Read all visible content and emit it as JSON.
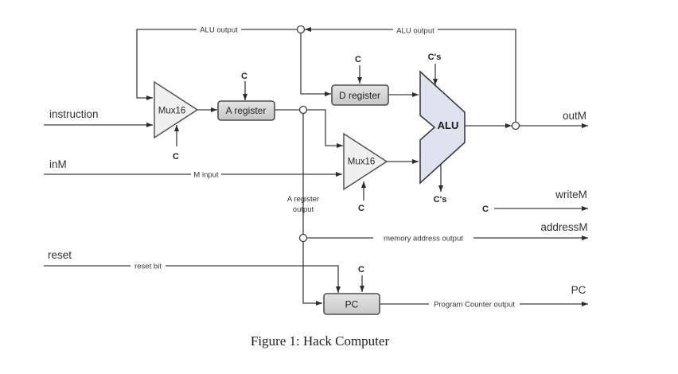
{
  "caption": "Figure 1: Hack Computer",
  "labels": {
    "instruction": "instruction",
    "inM": "inM",
    "reset": "reset",
    "outM": "outM",
    "writeM": "writeM",
    "addressM": "addressM",
    "pc_out": "PC"
  },
  "components": {
    "mux1": "Mux16",
    "mux2": "Mux16",
    "a_register": "A register",
    "d_register": "D register",
    "alu": "ALU",
    "pc": "PC"
  },
  "wires": {
    "alu_output_left": "ALU output",
    "alu_output_right": "ALU output",
    "m_input": "M input",
    "a_register_output_1": "A register",
    "a_register_output_2": "output",
    "reset_bit": "reset bit",
    "memory_address_output": "memory address output",
    "program_counter_output": "Program Counter output"
  },
  "control": {
    "c": "C",
    "cs": "C's"
  },
  "colors": {
    "alu_fill": "#dee3ef",
    "box_fill": "#d6d6d6",
    "mux_fill": "#f0f0f0",
    "wire": "#3f3f3f",
    "background": "#ffffff"
  }
}
